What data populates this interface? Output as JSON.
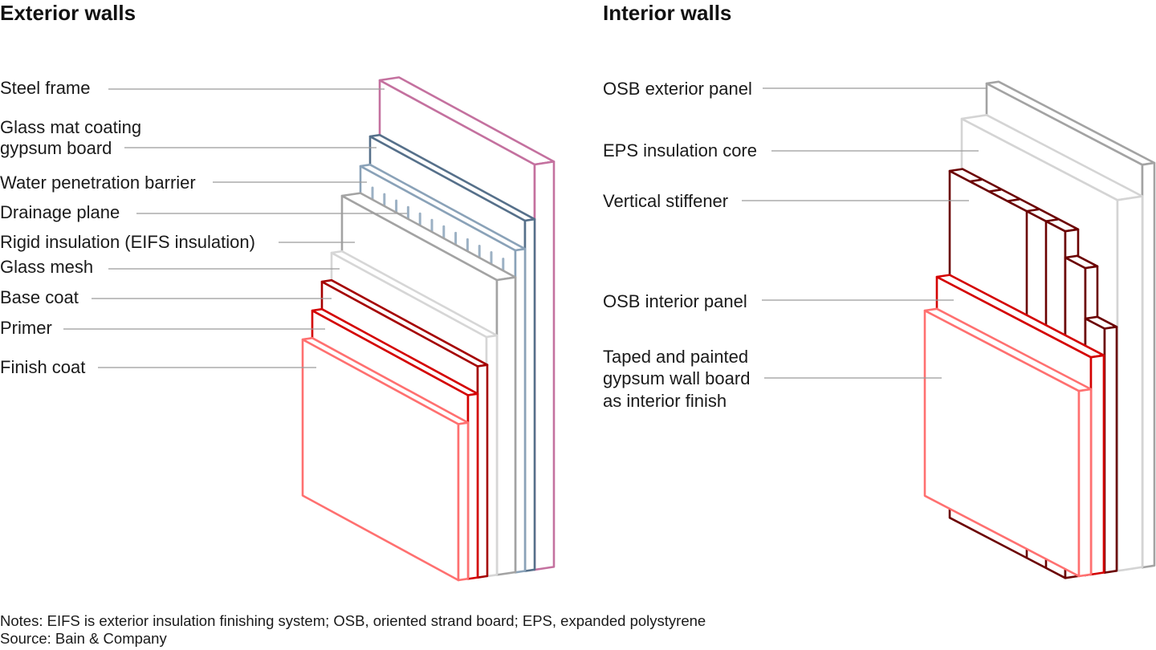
{
  "exterior": {
    "title": "Exterior walls",
    "layers": [
      {
        "key": "steel_frame",
        "label_lines": [
          "Steel frame"
        ],
        "color": "#c4719f"
      },
      {
        "key": "glass_mat_gypsum_board",
        "label_lines": [
          "Glass mat coating",
          "gypsum board"
        ],
        "color": "#56708a"
      },
      {
        "key": "water_penetration_barrier",
        "label_lines": [
          "Water penetration barrier"
        ],
        "color": "#8aa2b8"
      },
      {
        "key": "drainage_plane",
        "label_lines": [
          "Drainage plane"
        ],
        "color": "#9cb1c4"
      },
      {
        "key": "rigid_insulation",
        "label_lines": [
          "Rigid insulation (EIFS insulation)"
        ],
        "color": "#a3a3a3"
      },
      {
        "key": "glass_mesh",
        "label_lines": [
          "Glass mesh"
        ],
        "color": "#d6d6d6"
      },
      {
        "key": "base_coat",
        "label_lines": [
          "Base coat"
        ],
        "color": "#a50000"
      },
      {
        "key": "primer",
        "label_lines": [
          "Primer"
        ],
        "color": "#d40000"
      },
      {
        "key": "finish_coat",
        "label_lines": [
          "Finish coat"
        ],
        "color": "#ff7070"
      }
    ]
  },
  "interior": {
    "title": "Interior walls",
    "layers": [
      {
        "key": "osb_exterior_panel",
        "label_lines": [
          "OSB exterior panel"
        ],
        "color": "#a3a3a3"
      },
      {
        "key": "eps_insulation_core",
        "label_lines": [
          "EPS insulation core"
        ],
        "color": "#d4d4d4"
      },
      {
        "key": "vertical_stiffener",
        "label_lines": [
          "Vertical stiffener"
        ],
        "color": "#6b0000"
      },
      {
        "key": "osb_interior_panel",
        "label_lines": [
          "OSB interior panel"
        ],
        "color": "#d40000"
      },
      {
        "key": "gypsum_wall_board",
        "label_lines": [
          "Taped and painted",
          "gypsum wall board",
          "as interior finish"
        ],
        "color": "#ff7070"
      }
    ]
  },
  "footer": {
    "notes": "Notes: EIFS is exterior insulation finishing system; OSB, oriented strand board; EPS, expanded polystyrene",
    "source": "Source: Bain & Company"
  }
}
